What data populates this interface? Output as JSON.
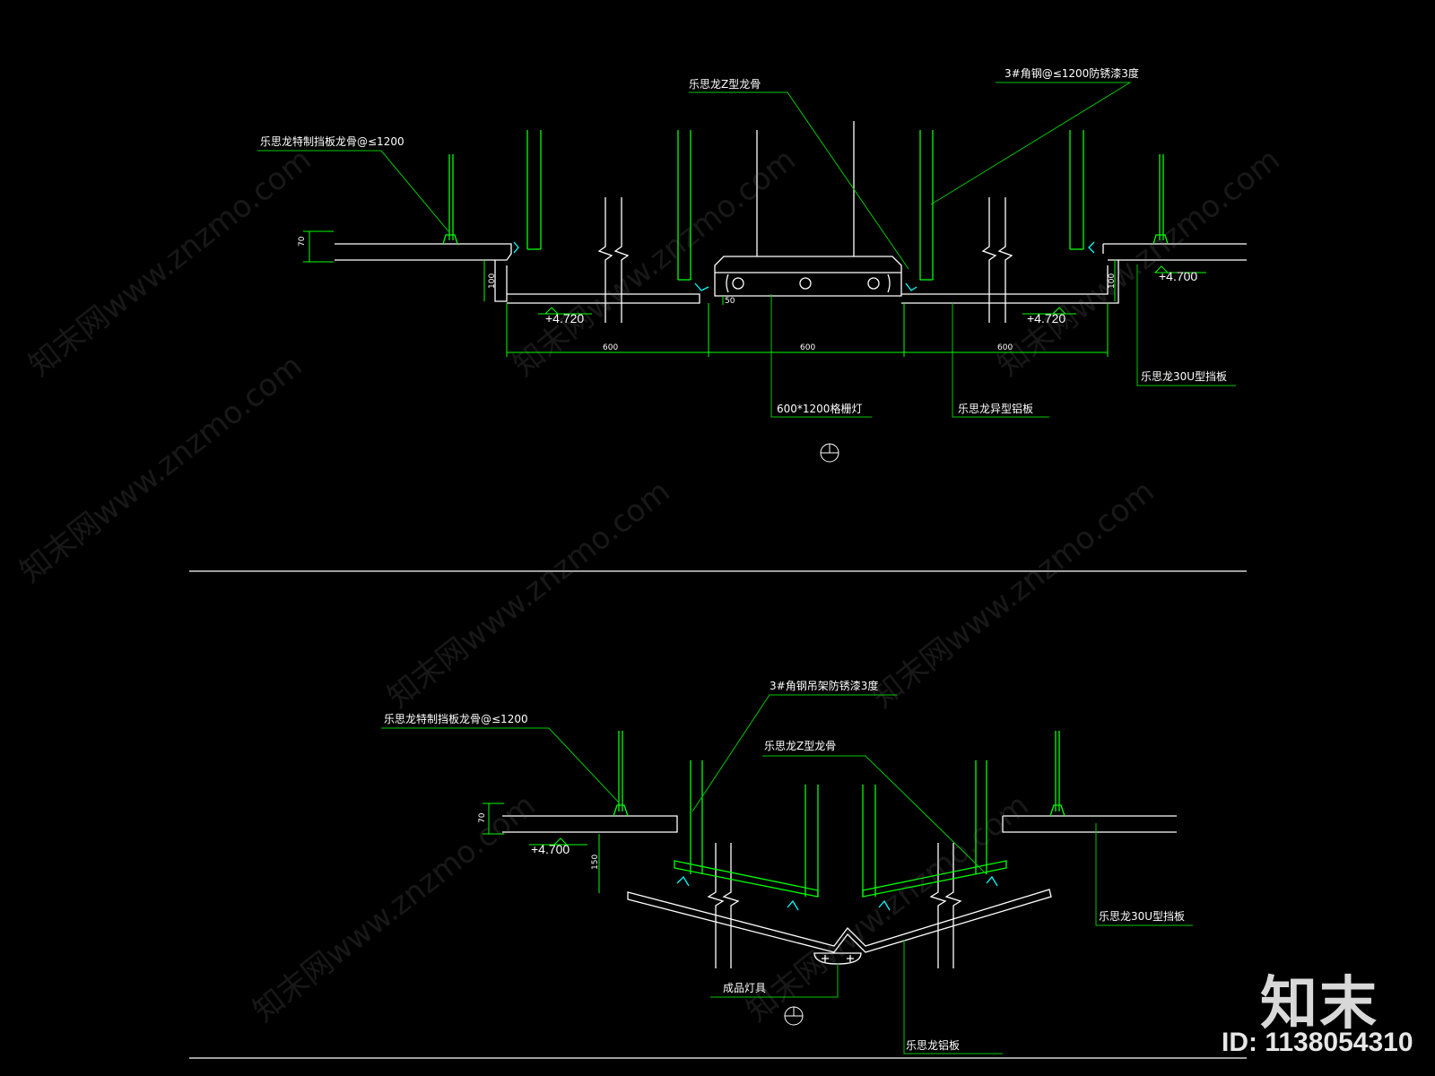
{
  "colors": {
    "background": "#000000",
    "line_white": "#ffffff",
    "line_green": "#00ff00",
    "leader_green": "#00c800",
    "text_white": "#ffffff",
    "detail_cyan": "#00ffff"
  },
  "section_a": {
    "labels": {
      "z_keel": "乐思龙Z型龙骨",
      "angle_steel": "3#角钢@≤1200防锈漆3度",
      "special_keel": "乐思龙特制挡板龙骨@≤1200",
      "grille_light": "600*1200格栅灯",
      "special_panel": "乐思龙异型铝板",
      "u_baffle": "乐思龙30U型挡板"
    },
    "elevations": {
      "left_low": "+4.720",
      "right_low": "+4.720",
      "right_high": "+4.700"
    },
    "dims": {
      "d70": "70",
      "d100_left": "100",
      "d100_right": "100",
      "d50": "50",
      "w600_left": "600",
      "w600_mid": "600",
      "w600_right": "600"
    }
  },
  "section_b": {
    "labels": {
      "special_keel": "乐思龙特制挡板龙骨@≤1200",
      "angle_steel": "3#角钢吊架防锈漆3度",
      "z_keel": "乐思龙Z型龙骨",
      "u_baffle": "乐思龙30U型挡板",
      "lamp": "成品灯具",
      "panel": "乐思龙铝板"
    },
    "elevations": {
      "left": "+4.700"
    },
    "dims": {
      "d70": "70",
      "d150": "150"
    }
  },
  "watermark": {
    "site": "知末网www.znzmo.com",
    "logo": "知末",
    "id": "ID: 1138054310"
  }
}
